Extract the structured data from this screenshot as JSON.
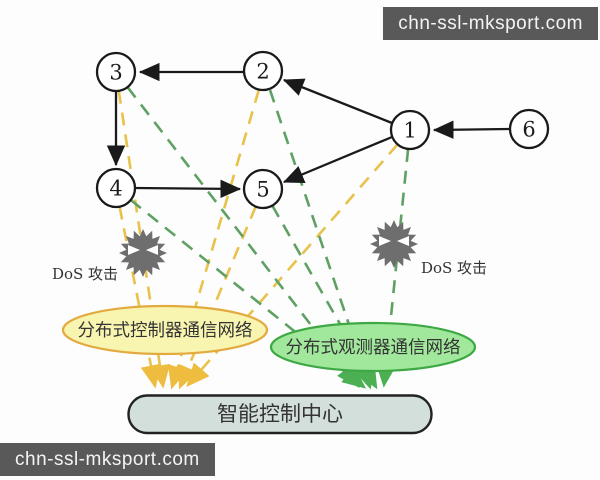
{
  "watermark": {
    "text": "chn-ssl-mksport.com",
    "bg": "#595959"
  },
  "graph": {
    "nodes": [
      {
        "label": "1"
      },
      {
        "label": "2"
      },
      {
        "label": "3"
      },
      {
        "label": "4"
      },
      {
        "label": "5"
      },
      {
        "label": "6"
      }
    ],
    "edges": [
      {
        "from": "2",
        "to": "3"
      },
      {
        "from": "1",
        "to": "2"
      },
      {
        "from": "6",
        "to": "1"
      },
      {
        "from": "3",
        "to": "4"
      },
      {
        "from": "4",
        "to": "5"
      },
      {
        "from": "1",
        "to": "5"
      }
    ]
  },
  "attacks": {
    "left": {
      "label": "DoS 攻击"
    },
    "right": {
      "label": "DoS 攻击"
    },
    "icon_color": "#6e6e6e"
  },
  "networks": {
    "controller": {
      "label": "分布式控制器通信网络",
      "fill": "#f8f5b0",
      "border": "#e2aa3f",
      "line": "#e8c24a",
      "linked_nodes": [
        "1",
        "2",
        "3",
        "4",
        "5"
      ]
    },
    "observer": {
      "label": "分布式观测器通信网络",
      "fill": "#a1e89d",
      "border": "#3da844",
      "line": "#5fa063",
      "linked_nodes": [
        "1",
        "2",
        "3",
        "4",
        "5"
      ]
    }
  },
  "control_center": {
    "label": "智能控制中心",
    "fill": "#d3dfdb",
    "border": "#222222"
  }
}
